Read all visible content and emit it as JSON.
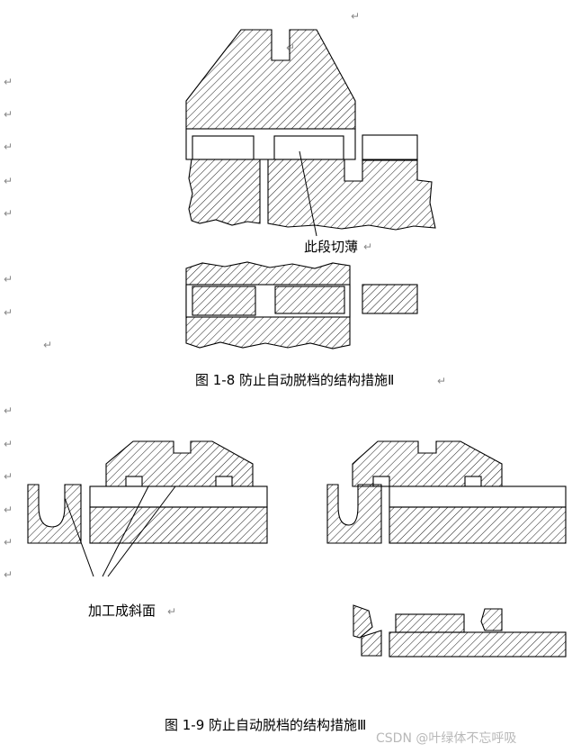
{
  "figure_1_8": {
    "caption": "图 1-8  防止自动脱档的结构措施Ⅱ",
    "annotation": "此段切薄"
  },
  "figure_1_9": {
    "caption": "图 1-9  防止自动脱档的结构措施Ⅲ",
    "annotation": "加工成斜面"
  },
  "paragraph_mark": "↵",
  "watermark": "CSDN @叶绿体不忘呼吸"
}
